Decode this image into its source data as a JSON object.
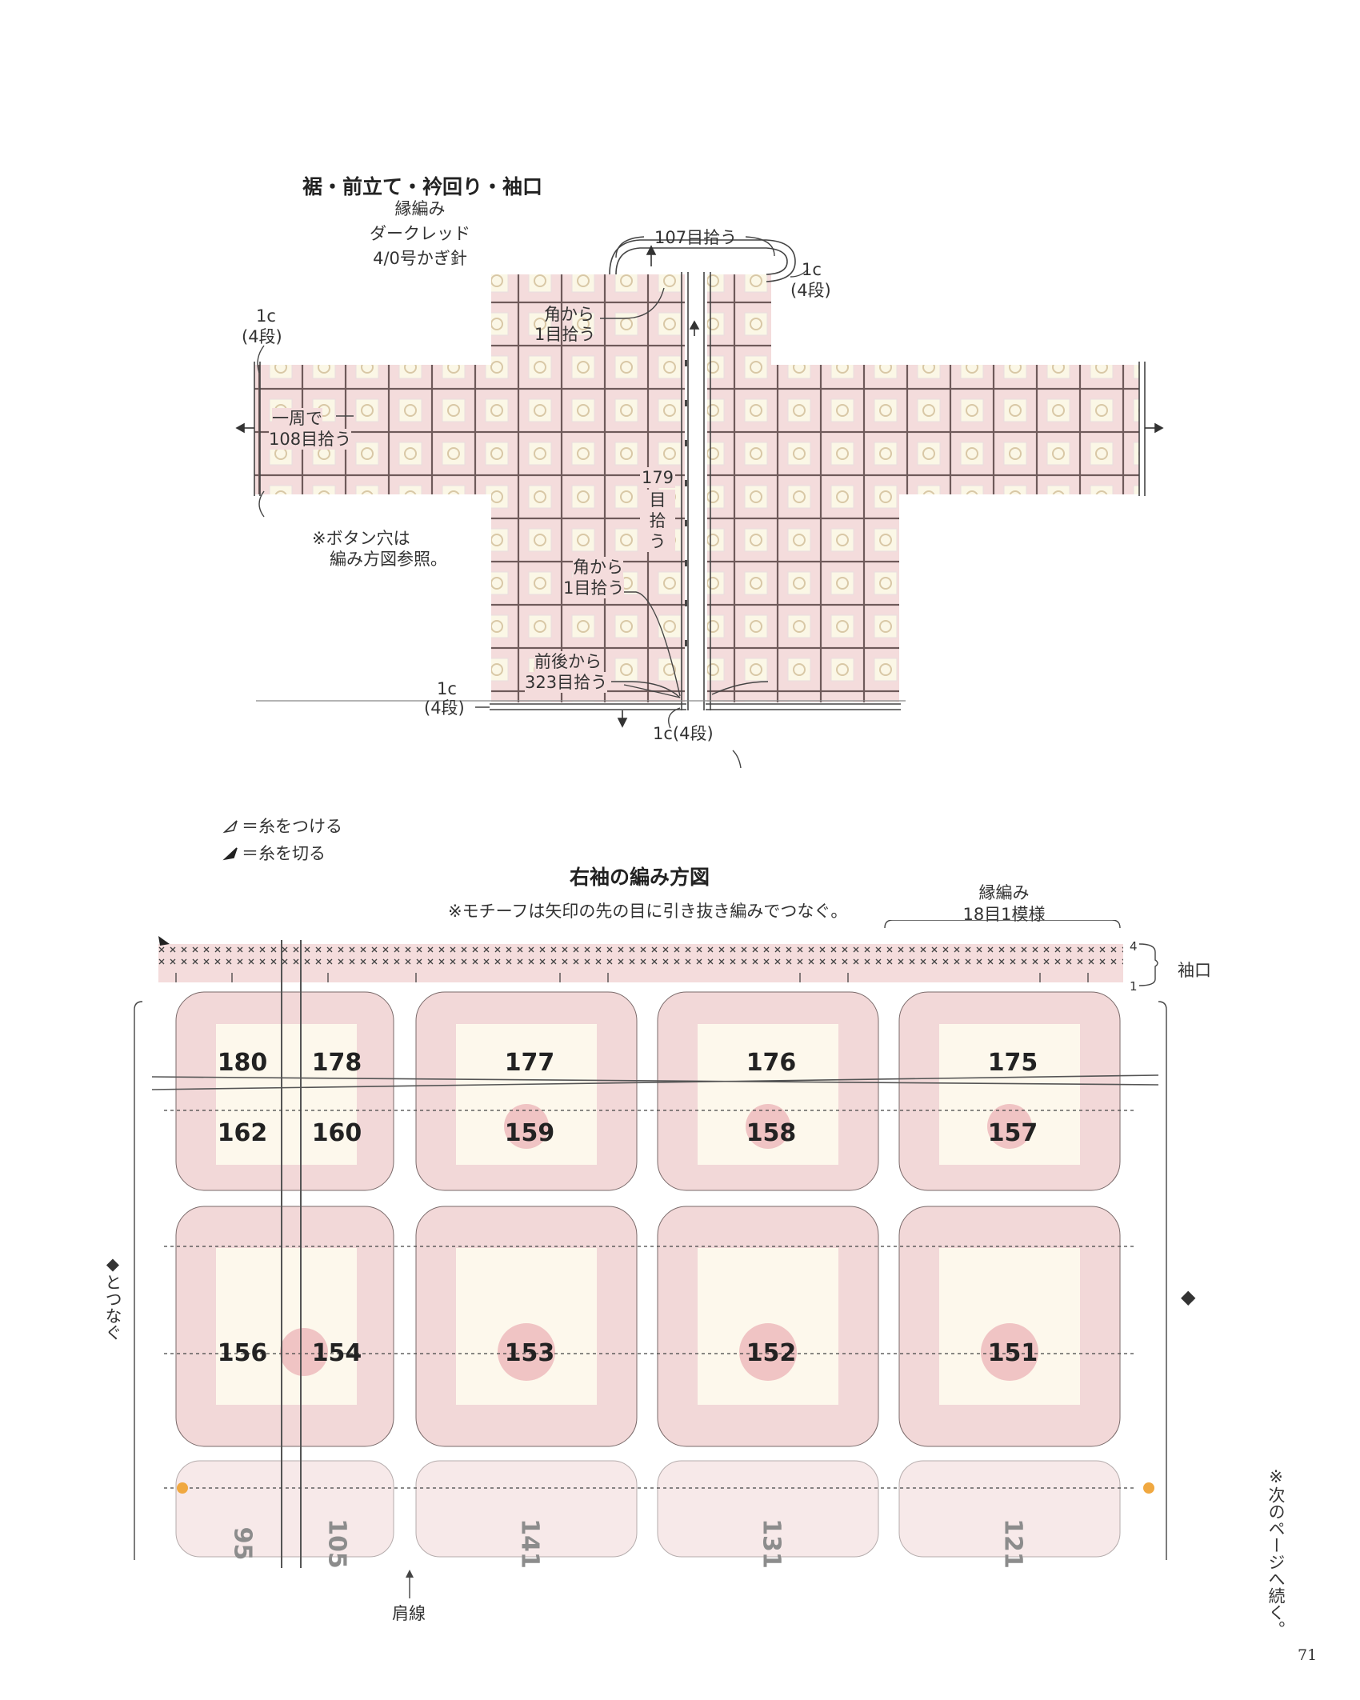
{
  "top_diagram": {
    "title": "裾・前立て・衿回り・袖口",
    "subtitle_lines": [
      "縁編み",
      "ダークレッド",
      "4/0号かぎ針"
    ],
    "labels": {
      "collar_pickup": "107目拾う",
      "collar_rows_c": "1c",
      "collar_rows_n": "(4段)",
      "corner_top_1": "角から",
      "corner_top_2": "1目拾う",
      "sleeve_rows_c": "1c",
      "sleeve_rows_n": "(4段)",
      "sleeve_pickup_1": "一周で",
      "sleeve_pickup_2": "108目拾う",
      "front_pickup_chars": [
        "179",
        "目",
        "拾",
        "う"
      ],
      "button_note_1": "※ボタン穴は",
      "button_note_2": "編み方図参照。",
      "corner_bottom_1": "角から",
      "corner_bottom_2": "1目拾う",
      "hem_pickup_1": "前後から",
      "hem_pickup_2": "323目拾う",
      "hem_rows_c": "1c",
      "hem_rows_n": "(4段)",
      "front_rows": "1c(4段)"
    }
  },
  "legend": {
    "attach": "＝糸をつける",
    "cut": "＝糸を切る"
  },
  "sleeve_chart": {
    "title": "右袖の編み方図",
    "note": "※モチーフは矢印の先の目に引き抜き編みでつなぐ。",
    "edging_label_1": "縁編み",
    "edging_label_2": "18目1模様",
    "cuff_label": "袖口",
    "row_markers": [
      "4",
      "1"
    ],
    "join_label": "◆とつなぐ",
    "right_marker": "◆",
    "shoulder_label": "肩線",
    "row1_numbers": [
      "180",
      "178",
      "177",
      "176",
      "175"
    ],
    "row2_numbers": [
      "162",
      "160",
      "159",
      "158",
      "157"
    ],
    "row3_numbers": [
      "156",
      "154",
      "153",
      "152",
      "151"
    ],
    "row4_numbers": [
      "95",
      "105",
      "141",
      "131",
      "121"
    ]
  },
  "side_note": "※次のページへ続く。",
  "page_number": "71"
}
